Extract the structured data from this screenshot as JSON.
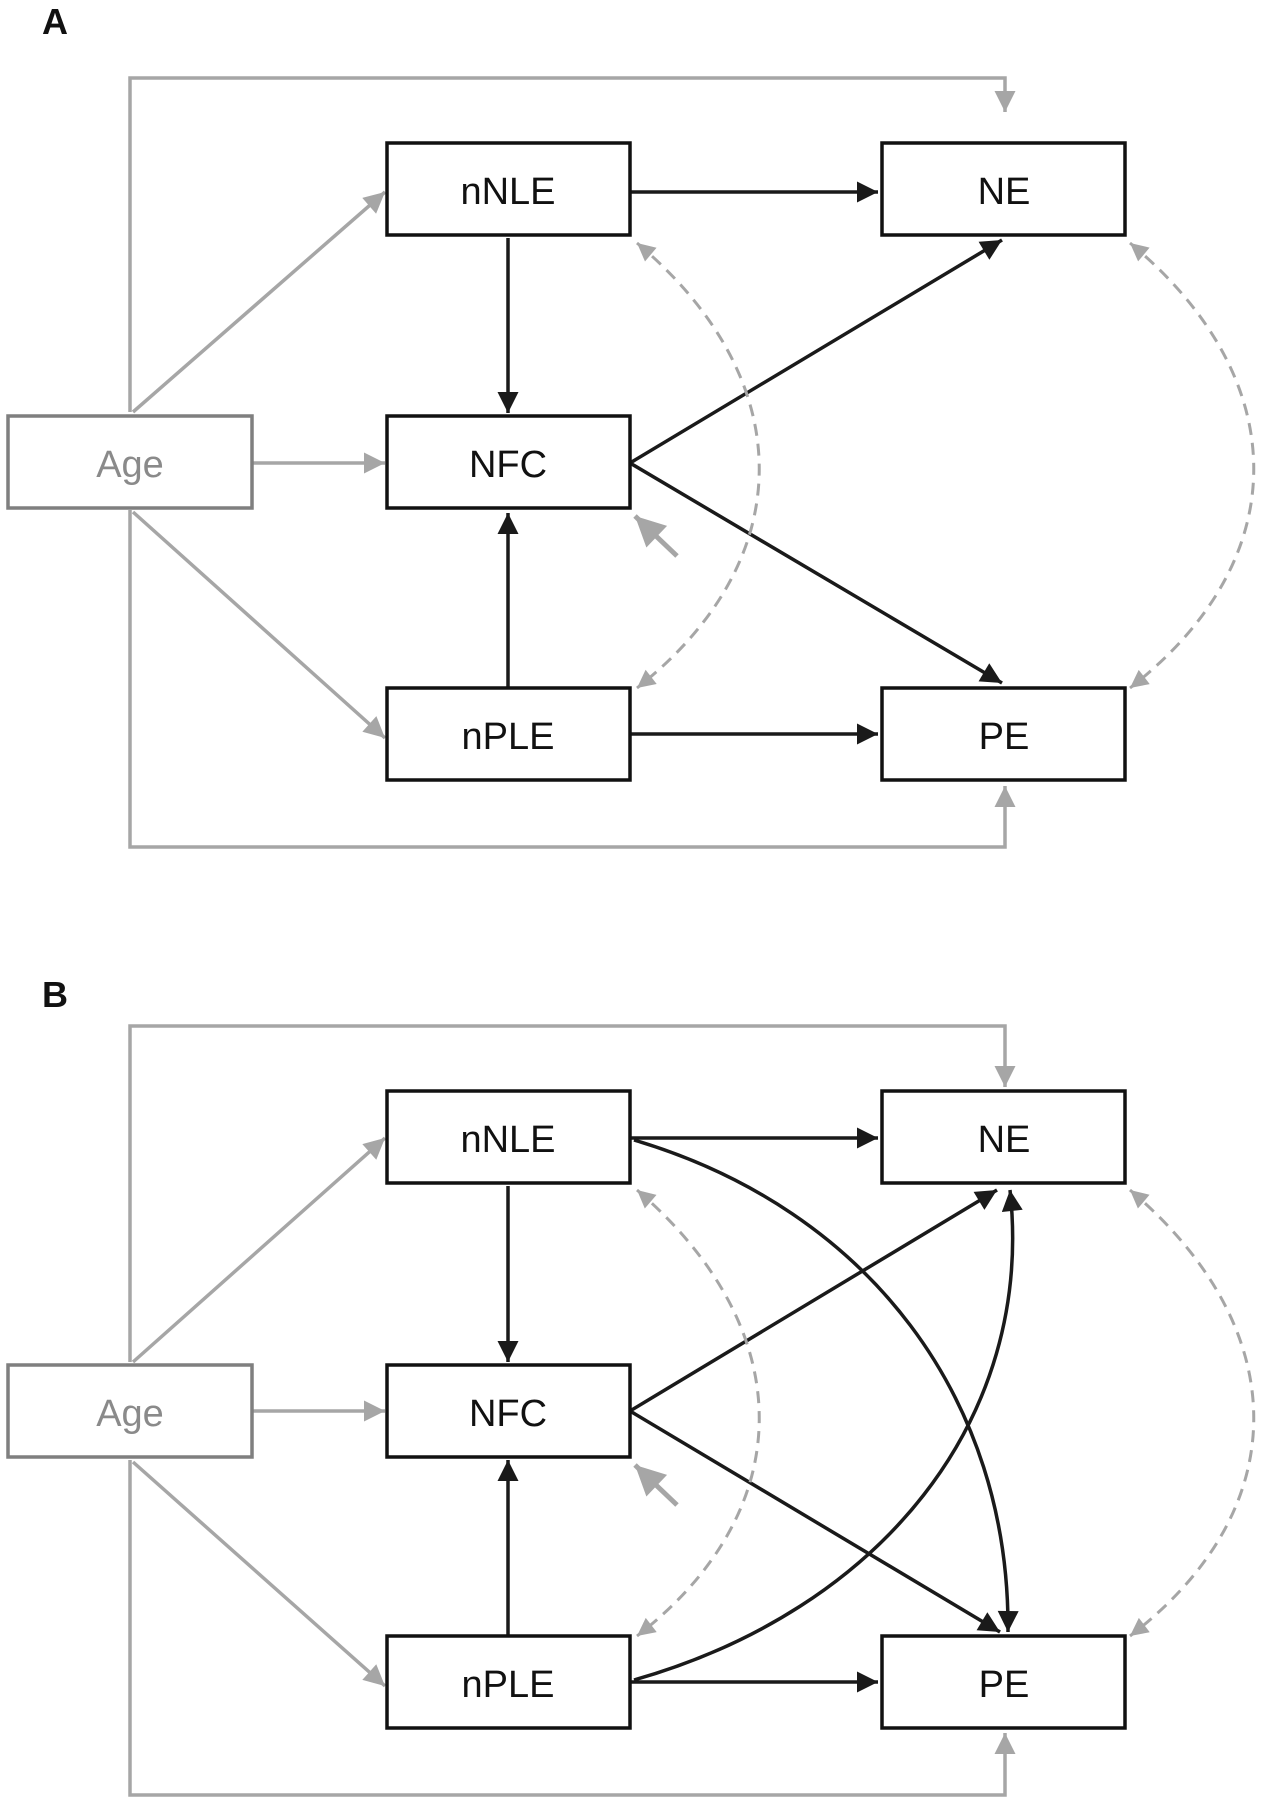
{
  "panels": [
    {
      "label": "A",
      "nodes": {
        "age": "Age",
        "nnle": "nNLE",
        "nfc": "NFC",
        "nple": "nPLE",
        "ne": "NE",
        "pe": "PE"
      },
      "paths": [
        {
          "from": "Age",
          "to": "nNLE",
          "style": "gray"
        },
        {
          "from": "Age",
          "to": "NFC",
          "style": "gray"
        },
        {
          "from": "Age",
          "to": "nPLE",
          "style": "gray"
        },
        {
          "from": "Age",
          "to": "NE",
          "style": "gray"
        },
        {
          "from": "Age",
          "to": "PE",
          "style": "gray"
        },
        {
          "from": "nNLE",
          "to": "NE",
          "style": "black"
        },
        {
          "from": "nNLE",
          "to": "NFC",
          "style": "black"
        },
        {
          "from": "nPLE",
          "to": "NFC",
          "style": "black"
        },
        {
          "from": "nPLE",
          "to": "PE",
          "style": "black"
        },
        {
          "from": "NFC",
          "to": "NE",
          "style": "black"
        },
        {
          "from": "NFC",
          "to": "PE",
          "style": "black"
        },
        {
          "from": "nNLE",
          "to": "nPLE",
          "style": "dashed-covariance"
        },
        {
          "from": "NE",
          "to": "PE",
          "style": "dashed-covariance"
        }
      ]
    },
    {
      "label": "B",
      "nodes": {
        "age": "Age",
        "nnle": "nNLE",
        "nfc": "NFC",
        "nple": "nPLE",
        "ne": "NE",
        "pe": "PE"
      },
      "paths": [
        {
          "from": "Age",
          "to": "nNLE",
          "style": "gray"
        },
        {
          "from": "Age",
          "to": "NFC",
          "style": "gray"
        },
        {
          "from": "Age",
          "to": "nPLE",
          "style": "gray"
        },
        {
          "from": "Age",
          "to": "NE",
          "style": "gray"
        },
        {
          "from": "Age",
          "to": "PE",
          "style": "gray"
        },
        {
          "from": "nNLE",
          "to": "NE",
          "style": "black"
        },
        {
          "from": "nNLE",
          "to": "NFC",
          "style": "black"
        },
        {
          "from": "nPLE",
          "to": "NFC",
          "style": "black"
        },
        {
          "from": "nPLE",
          "to": "PE",
          "style": "black"
        },
        {
          "from": "NFC",
          "to": "NE",
          "style": "black"
        },
        {
          "from": "NFC",
          "to": "PE",
          "style": "black"
        },
        {
          "from": "nNLE",
          "to": "PE",
          "style": "black-curved"
        },
        {
          "from": "nPLE",
          "to": "NE",
          "style": "black-curved"
        },
        {
          "from": "nNLE",
          "to": "nPLE",
          "style": "dashed-covariance"
        },
        {
          "from": "NE",
          "to": "PE",
          "style": "dashed-covariance"
        }
      ]
    }
  ],
  "colors": {
    "black": "#1a1a1a",
    "gray": "#a6a6a6",
    "gray_box": "#7f7f7f"
  }
}
